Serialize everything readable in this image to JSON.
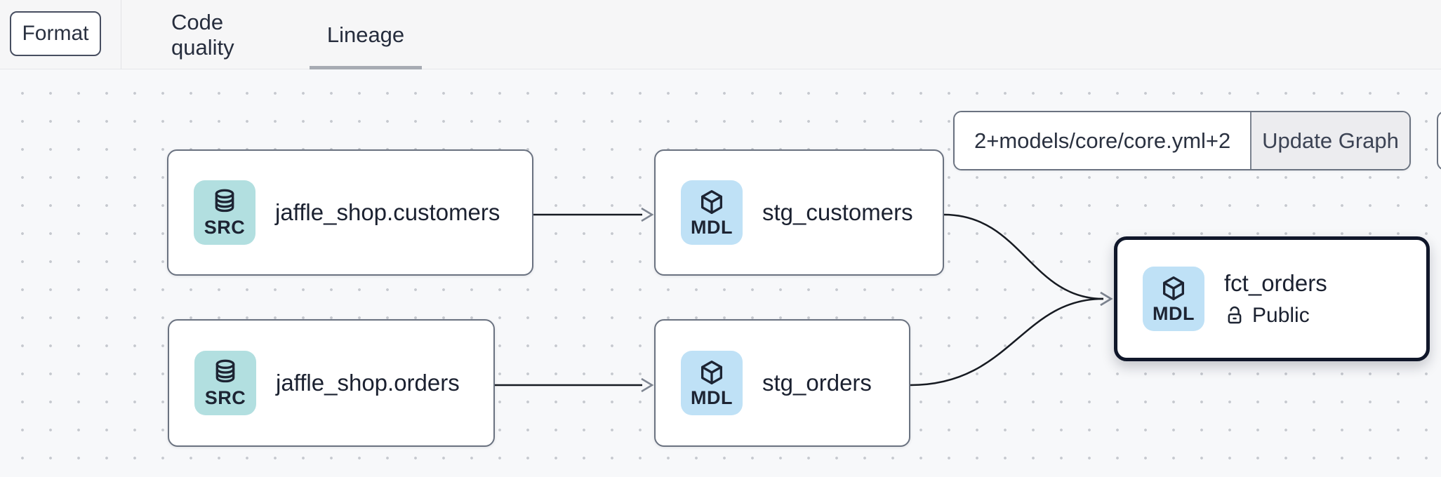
{
  "header": {
    "format_button": "Format",
    "tabs": [
      {
        "label": "Code quality",
        "active": false
      },
      {
        "label": "Lineage",
        "active": true
      }
    ]
  },
  "filter_bar": {
    "selector_value": "2+models/core/core.yml+2",
    "update_button": "Update Graph"
  },
  "graph": {
    "nodes": [
      {
        "id": "src_customers",
        "label": "jaffle_shop.customers",
        "badge": "SRC",
        "icon": "database",
        "kind": "source",
        "selected": false
      },
      {
        "id": "src_orders",
        "label": "jaffle_shop.orders",
        "badge": "SRC",
        "icon": "database",
        "kind": "source",
        "selected": false
      },
      {
        "id": "stg_customers",
        "label": "stg_customers",
        "badge": "MDL",
        "icon": "cube",
        "kind": "model",
        "selected": false
      },
      {
        "id": "stg_orders",
        "label": "stg_orders",
        "badge": "MDL",
        "icon": "cube",
        "kind": "model",
        "selected": false
      },
      {
        "id": "fct_orders",
        "label": "fct_orders",
        "badge": "MDL",
        "icon": "cube",
        "kind": "model",
        "selected": true,
        "access": "Public",
        "access_icon": "lock-open"
      }
    ],
    "edges": [
      {
        "from": "src_customers",
        "to": "stg_customers"
      },
      {
        "from": "src_orders",
        "to": "stg_orders"
      },
      {
        "from": "stg_customers",
        "to": "fct_orders"
      },
      {
        "from": "stg_orders",
        "to": "fct_orders"
      }
    ]
  },
  "colors": {
    "source_badge_bg": "#b2dfe0",
    "model_badge_bg": "#bfe1f6",
    "node_border": "#6a7280",
    "selected_node_border": "#10172a",
    "edge": "#171b22",
    "canvas_bg": "#f7f8fa",
    "label_text": "#1b2130"
  }
}
